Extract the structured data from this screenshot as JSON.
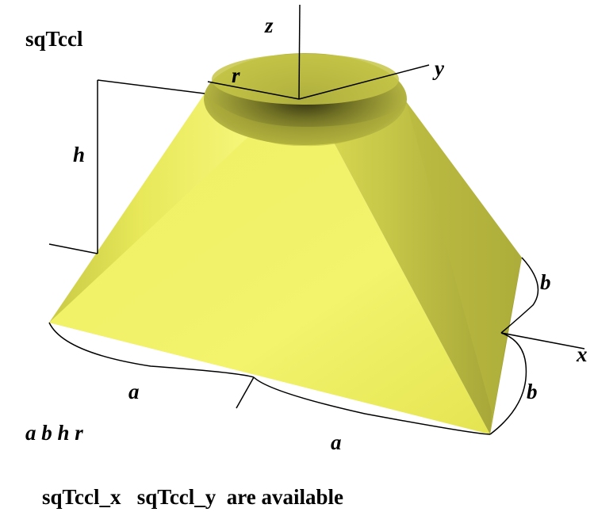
{
  "title": "sqTccl",
  "params": "a b h r",
  "footer": "sqTccl_x   sqTccl_y  are available",
  "axes": {
    "x": "x",
    "y": "y",
    "z": "z"
  },
  "dims": {
    "a1": "a",
    "a2": "a",
    "b1": "b",
    "b2": "b",
    "h": "h",
    "r": "r"
  },
  "colors": {
    "fill": "#ecec58",
    "shadow": "#6e6e1e",
    "line": "#000000"
  },
  "shape": "square base frustum with circular top (sqTccl)"
}
